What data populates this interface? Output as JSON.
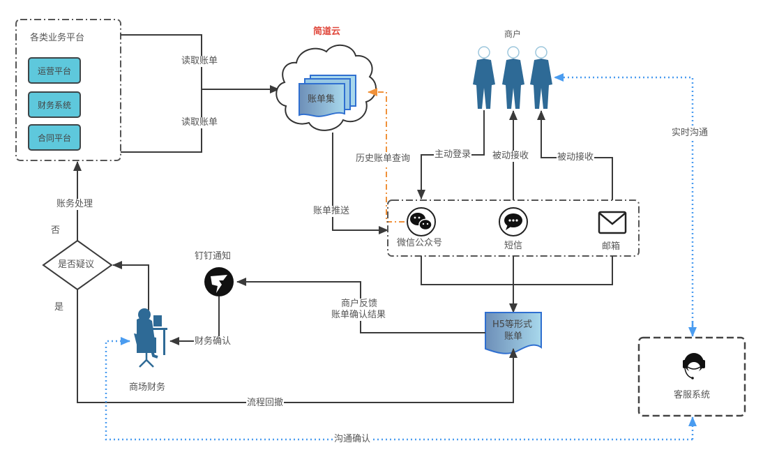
{
  "diagram": {
    "platforms_group": {
      "title": "各类业务平台",
      "items": [
        "运营平台",
        "财务系统",
        "合同平台"
      ]
    },
    "cloud": {
      "title": "简道云",
      "title_color": "#e0483c",
      "doc_label": "账单集"
    },
    "merchants": {
      "label": "商户"
    },
    "channels": {
      "wechat": "微信公众号",
      "sms": "短信",
      "email": "邮箱"
    },
    "h5_doc": {
      "line1": "H5等形式",
      "line2": "账单"
    },
    "dingtalk": {
      "label": "钉钉通知"
    },
    "decision": {
      "label": "是否疑议",
      "no": "否",
      "yes": "是"
    },
    "finance": {
      "label": "商场财务"
    },
    "customer_service": {
      "label": "客服系统"
    },
    "edges": {
      "read_bill_1": "读取账单",
      "read_bill_2": "读取账单",
      "history_query": "历史账单查询",
      "active_login": "主动登录",
      "passive_receive_1": "被动接收",
      "passive_receive_2": "被动接收",
      "bill_push": "账单推送",
      "realtime_comm": "实时沟通",
      "merchant_feedback_1": "商户反馈",
      "merchant_feedback_2": "账单确认结果",
      "finance_confirm": "财务确认",
      "accounting": "账务处理",
      "process_rollback": "流程回撤",
      "comm_confirm": "沟通确认"
    },
    "colors": {
      "line": "#3a3a3a",
      "orange_dash": "#f0913a",
      "blue_dot": "#4a9cf0",
      "person_blue": "#2e6a96",
      "platform_fill": "#5ec8dc"
    }
  }
}
